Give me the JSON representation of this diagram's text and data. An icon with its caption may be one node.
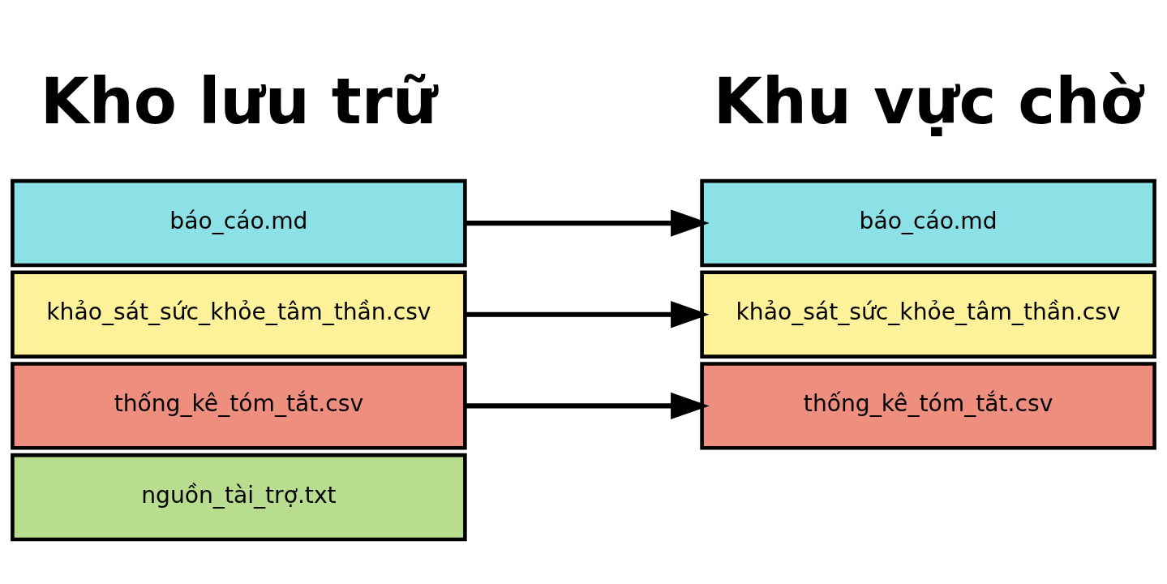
{
  "diagram": {
    "nodes": [
      {
        "text": [
          "báo_cáo.md"
        ]
      },
      {
        "text": [
          "khảo_sát_sức_khỏe_tâm_thần.csv"
        ]
      },
      {
        "text": [
          "thống_kê_tóm_tắt.csv"
        ]
      },
      {
        "text": [
          "nguồn_tài_trợ.txt"
        ]
      },
      {
        "text": [
          "báo_cáo.md"
        ]
      },
      {
        "text": [
          "khảo_sát_sức_khỏe_tâm_thần.csv"
        ]
      },
      {
        "text": [
          "thống_kê_tóm_tắt.csv"
        ]
      }
    ],
    "edges": [
      {
        "from": 0,
        "to": 4,
        "arrow": "to"
      },
      {
        "from": 1,
        "to": 5,
        "arrow": "to"
      },
      {
        "from": 2,
        "to": 6,
        "arrow": "to"
      }
    ],
    "labels": [
      "Kho lưu trữ",
      "Khu vực chờ"
    ]
  }
}
